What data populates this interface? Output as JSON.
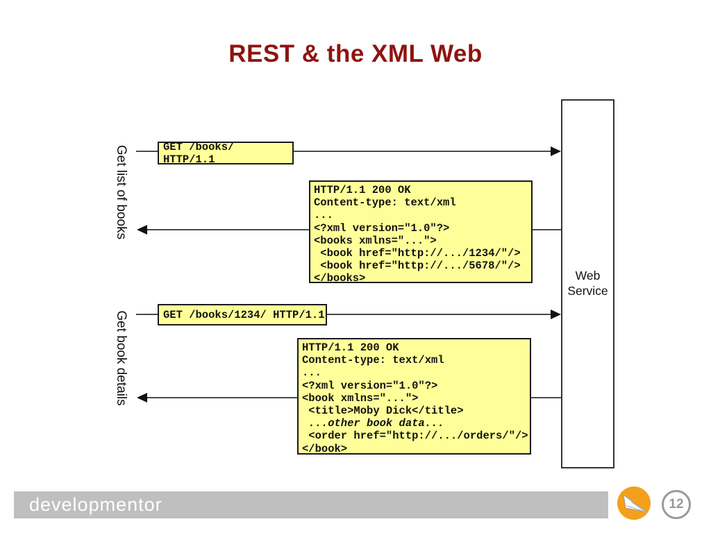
{
  "title": {
    "text": "REST & the XML Web"
  },
  "web_service": {
    "label": "Web Service"
  },
  "interactions": [
    {
      "flow_label": "Get list of books",
      "request": "GET /books/ HTTP/1.1",
      "response_lines": [
        {
          "text": "HTTP/1.1 200 OK"
        },
        {
          "text": "Content-type: text/xml"
        },
        {
          "text": "..."
        },
        {
          "text": "<?xml version=\"1.0\"?>"
        },
        {
          "text": "<books xmlns=\"...\">"
        },
        {
          "text": " <book href=\"http://.../1234/\"/>"
        },
        {
          "text": " <book href=\"http://.../5678/\"/>"
        },
        {
          "text": "</books>"
        }
      ]
    },
    {
      "flow_label": "Get book details",
      "request": "GET /books/1234/ HTTP/1.1",
      "response_lines": [
        {
          "text": "HTTP/1.1 200 OK"
        },
        {
          "text": "Content-type: text/xml"
        },
        {
          "text": "..."
        },
        {
          "text": "<?xml version=\"1.0\"?>"
        },
        {
          "text": "<book xmlns=\"...\">"
        },
        {
          "text": " <title>Moby Dick</title>"
        },
        {
          "text": " ...other book data...",
          "italic": true
        },
        {
          "text": " <order href=\"http://.../orders/\"/>"
        },
        {
          "text": "</book>"
        }
      ]
    }
  ],
  "footer": {
    "brand": "developmentor",
    "page_number": "12",
    "logo_icon": "paper-airplane-icon"
  },
  "colors": {
    "title": "#8E1310",
    "note_fill": "#FFFF99",
    "note_border": "#1a1a1a",
    "line": "#4a4a4a",
    "footer_bar": "#BFBFBF",
    "logo_orange": "#F5A01B",
    "page_badge": "#999999"
  }
}
